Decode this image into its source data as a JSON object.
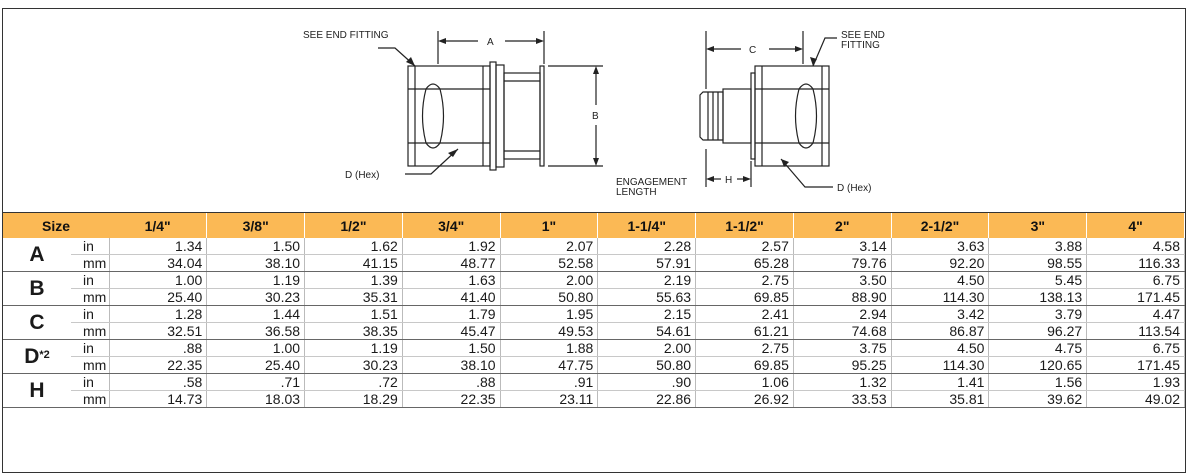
{
  "diagram": {
    "labels": {
      "see_end_fitting_left": "SEE END FITTING",
      "dim_a": "A",
      "dim_b": "B",
      "hex_left": "D (Hex)",
      "dim_c": "C",
      "see_end_fitting_right_1": "SEE END",
      "see_end_fitting_right_2": "FITTING",
      "engagement_1": "ENGAGEMENT",
      "engagement_2": "LENGTH",
      "dim_h": "H",
      "hex_right": "D (Hex)"
    }
  },
  "table": {
    "header": {
      "size_label": "Size",
      "sizes": [
        "1/4\"",
        "3/8\"",
        "1/2\"",
        "3/4\"",
        "1\"",
        "1-1/4\"",
        "1-1/2\"",
        "2\"",
        "2-1/2\"",
        "3\"",
        "4\""
      ]
    },
    "rows": [
      {
        "letter": "A",
        "sup": "",
        "in_label": "in",
        "in": [
          "1.34",
          "1.50",
          "1.62",
          "1.92",
          "2.07",
          "2.28",
          "2.57",
          "3.14",
          "3.63",
          "3.88",
          "4.58"
        ],
        "mm_label": "mm",
        "mm": [
          "34.04",
          "38.10",
          "41.15",
          "48.77",
          "52.58",
          "57.91",
          "65.28",
          "79.76",
          "92.20",
          "98.55",
          "116.33"
        ]
      },
      {
        "letter": "B",
        "sup": "",
        "in_label": "in",
        "in": [
          "1.00",
          "1.19",
          "1.39",
          "1.63",
          "2.00",
          "2.19",
          "2.75",
          "3.50",
          "4.50",
          "5.45",
          "6.75"
        ],
        "mm_label": "mm",
        "mm": [
          "25.40",
          "30.23",
          "35.31",
          "41.40",
          "50.80",
          "55.63",
          "69.85",
          "88.90",
          "114.30",
          "138.13",
          "171.45"
        ]
      },
      {
        "letter": "C",
        "sup": "",
        "in_label": "in",
        "in": [
          "1.28",
          "1.44",
          "1.51",
          "1.79",
          "1.95",
          "2.15",
          "2.41",
          "2.94",
          "3.42",
          "3.79",
          "4.47"
        ],
        "mm_label": "mm",
        "mm": [
          "32.51",
          "36.58",
          "38.35",
          "45.47",
          "49.53",
          "54.61",
          "61.21",
          "74.68",
          "86.87",
          "96.27",
          "113.54"
        ]
      },
      {
        "letter": "D",
        "sup": "*2",
        "in_label": "in",
        "in": [
          ".88",
          "1.00",
          "1.19",
          "1.50",
          "1.88",
          "2.00",
          "2.75",
          "3.75",
          "4.50",
          "4.75",
          "6.75"
        ],
        "mm_label": "mm",
        "mm": [
          "22.35",
          "25.40",
          "30.23",
          "38.10",
          "47.75",
          "50.80",
          "69.85",
          "95.25",
          "114.30",
          "120.65",
          "171.45"
        ]
      },
      {
        "letter": "H",
        "sup": "",
        "in_label": "in",
        "in": [
          ".58",
          ".71",
          ".72",
          ".88",
          ".91",
          ".90",
          "1.06",
          "1.32",
          "1.41",
          "1.56",
          "1.93"
        ],
        "mm_label": "mm",
        "mm": [
          "14.73",
          "18.03",
          "18.29",
          "22.35",
          "23.11",
          "22.86",
          "26.92",
          "33.53",
          "35.81",
          "39.62",
          "49.02"
        ]
      }
    ]
  }
}
